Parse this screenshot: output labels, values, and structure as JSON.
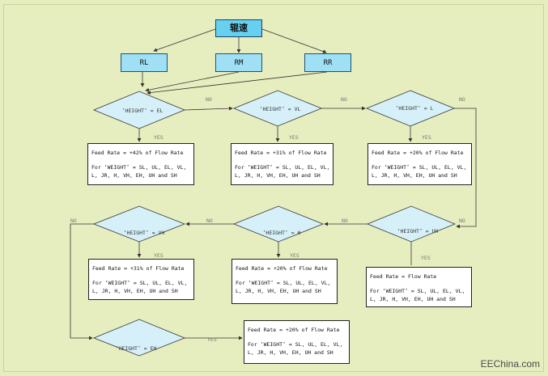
{
  "title": "辊速",
  "rolls": [
    "RL",
    "RM",
    "RR"
  ],
  "decisions": [
    {
      "id": "d1",
      "label": "‘HEIGHT’ = EL"
    },
    {
      "id": "d2",
      "label": "‘HEIGHT’ = VL"
    },
    {
      "id": "d3",
      "label": "‘HEIGHT’ = L"
    },
    {
      "id": "d4",
      "label": "‘HEIGHT’ = UH"
    },
    {
      "id": "d5",
      "label": "‘HEIGHT’ = H"
    },
    {
      "id": "d6",
      "label": "‘HEIGHT’ = VH"
    },
    {
      "id": "d7",
      "label": "‘HEIGHT’ = EH"
    }
  ],
  "outcomes": [
    {
      "id": "o1",
      "feed": "Feed Rate = +42% of Flow Rate",
      "groups": "For ‘WEIGHT’ = SL, UL, EL, VL, L, JR, H, VH, EH, UH and SH"
    },
    {
      "id": "o2",
      "feed": "Feed Rate = +31% of Flow Rate",
      "groups": "For ‘WEIGHT’ = SL, UL, EL, VL, L, JR, H, VH, EH, UH and SH"
    },
    {
      "id": "o3",
      "feed": "Feed Rate = +20% of Flow Rate",
      "groups": "For ‘WEIGHT’ = SL, UL, EL, VL, L, JR, H, VH, EH, UH and SH"
    },
    {
      "id": "o4",
      "feed": "Feed Rate = Flow Rate",
      "groups": "For ‘WEIGHT’ = SL, UL, EL, VL, L, JR, H, VH, EH, UH and SH"
    },
    {
      "id": "o5",
      "feed": "Feed Rate = +20% of Flow Rate",
      "groups": "For ‘WEIGHT’ = SL, UL, EL, VL, L, JR, H, VH, EH, UH and SH"
    },
    {
      "id": "o6",
      "feed": "Feed Rate = +31% of Flow Rate",
      "groups": "For ‘WEIGHT’ = SL, UL, EL, VL, L, JR, H, VH, EH, UH and SH"
    },
    {
      "id": "o7",
      "feed": "Feed Rate = +20% of Flow Rate",
      "groups": "For ‘WEIGHT’ = SL, UL, EL, VL, L, JR, H, VH, EH, UH and SH"
    }
  ],
  "yes_label": "YES",
  "no_label": "NO",
  "watermark": "EEChina.com",
  "colors": {
    "background": "#e6eebf",
    "decision_fill": "#d6f0fa",
    "roll_fill": "#9fe0f4",
    "title_fill": "#66d0f0",
    "line": "#333333"
  }
}
